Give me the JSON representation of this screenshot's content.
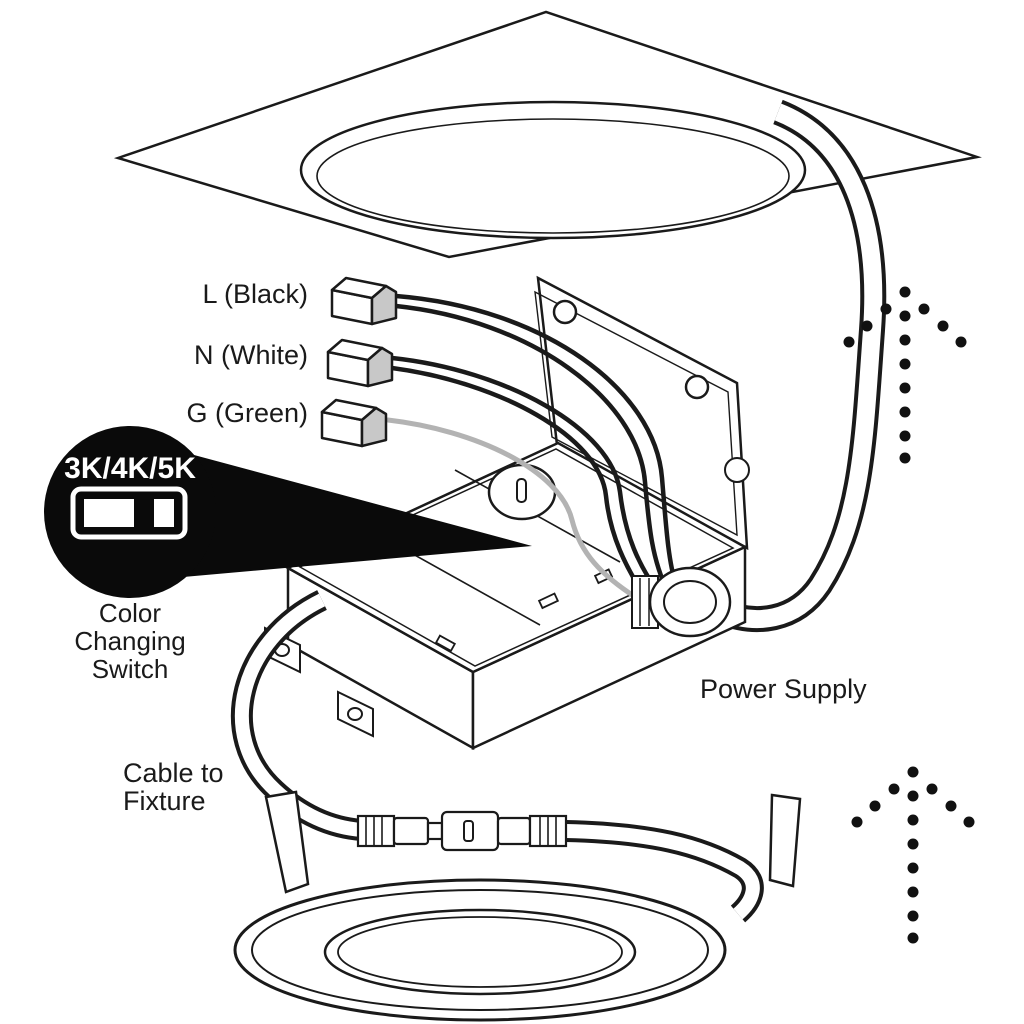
{
  "labels": {
    "wire_l": "L (Black)",
    "wire_n": "N (White)",
    "wire_g": "G (Green)",
    "power_supply": "Power Supply",
    "cable_line1": "Cable to",
    "cable_line2": "Fixture",
    "callout_switch": "3K/4K/5K",
    "callout_line1": "Color",
    "callout_line2": "Changing",
    "callout_line3": "Switch"
  },
  "icons": {
    "direction_up_arrow": "dotted-up-arrow",
    "ceiling_cutout": "square-panel-with-round-hole",
    "light_fixture": "round-recessed-downlight"
  },
  "colors": {
    "line": "#1a1a1a",
    "background": "#ffffff",
    "ground_wire": "#b3b3b3",
    "connector_cap": "#c8c8c8",
    "callout_bg": "#0a0a0a",
    "callout_text": "#ffffff"
  }
}
